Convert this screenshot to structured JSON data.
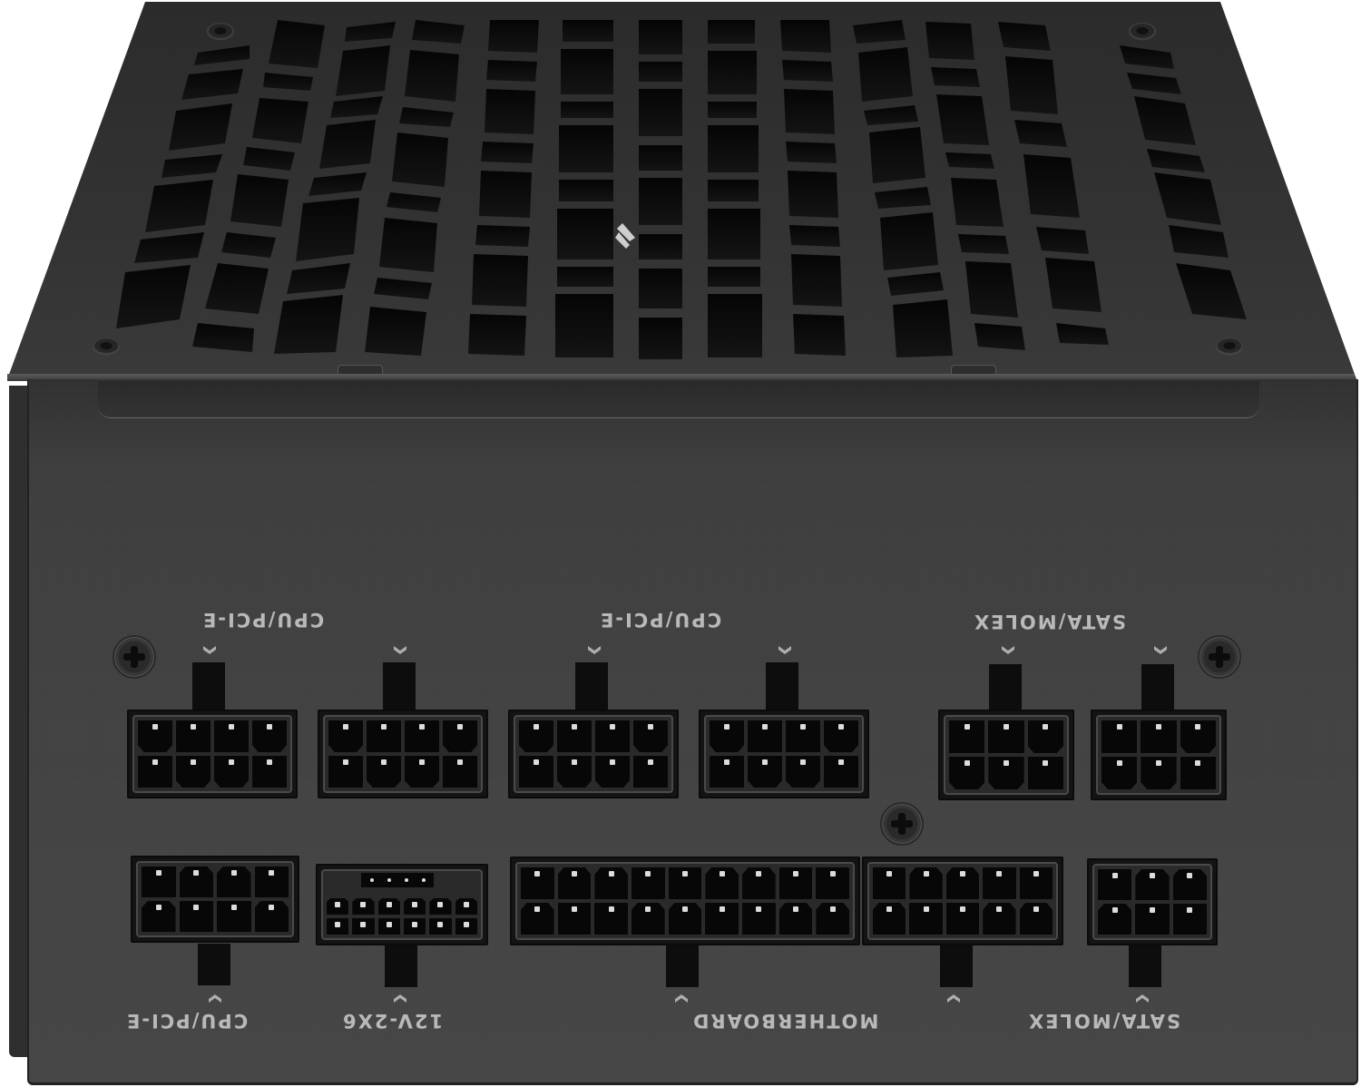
{
  "image": {
    "subject": "Modular ATX power supply unit, rear connector panel and top fan grille",
    "palette": {
      "background": "#ffffff",
      "body": "#3f3f3f",
      "grille_holes": "#0a0a0a",
      "connector_housing": "#141414",
      "pin_contacts": "#dcdcdc",
      "label_text": "#b9b9b9"
    }
  },
  "top_row": {
    "labels": [
      {
        "text": "CPU/PCI-E",
        "spans": "connectors 1-2"
      },
      {
        "text": "CPU/PCI-E",
        "spans": "connectors 3-4"
      },
      {
        "text": "SATA/MOLEX",
        "spans": "connectors 5-6"
      }
    ],
    "connectors": [
      {
        "name": "cpu-pcie-1",
        "pins": 8,
        "cols": 4,
        "rows": 2
      },
      {
        "name": "cpu-pcie-2",
        "pins": 8,
        "cols": 4,
        "rows": 2
      },
      {
        "name": "cpu-pcie-3",
        "pins": 8,
        "cols": 4,
        "rows": 2
      },
      {
        "name": "cpu-pcie-4",
        "pins": 8,
        "cols": 4,
        "rows": 2
      },
      {
        "name": "sata-molex-1",
        "pins": 6,
        "cols": 3,
        "rows": 2
      },
      {
        "name": "sata-molex-2",
        "pins": 6,
        "cols": 3,
        "rows": 2
      }
    ]
  },
  "bottom_row": {
    "labels": [
      {
        "text": "CPU/PCI-E"
      },
      {
        "text": "12V-2X6"
      },
      {
        "text": "MOTHERBOARD"
      },
      {
        "text": "SATA/MOLEX"
      }
    ],
    "connectors": [
      {
        "name": "cpu-pcie-5",
        "pins": 8,
        "cols": 4,
        "rows": 2
      },
      {
        "name": "12v-2x6",
        "pins": 12,
        "cols": 6,
        "rows": 2,
        "sense_pins": 4
      },
      {
        "name": "motherboard-18",
        "pins": 18,
        "cols": 9,
        "rows": 2
      },
      {
        "name": "motherboard-10",
        "pins": 10,
        "cols": 5,
        "rows": 2
      },
      {
        "name": "sata-molex-3",
        "pins": 6,
        "cols": 3,
        "rows": 2
      }
    ]
  }
}
